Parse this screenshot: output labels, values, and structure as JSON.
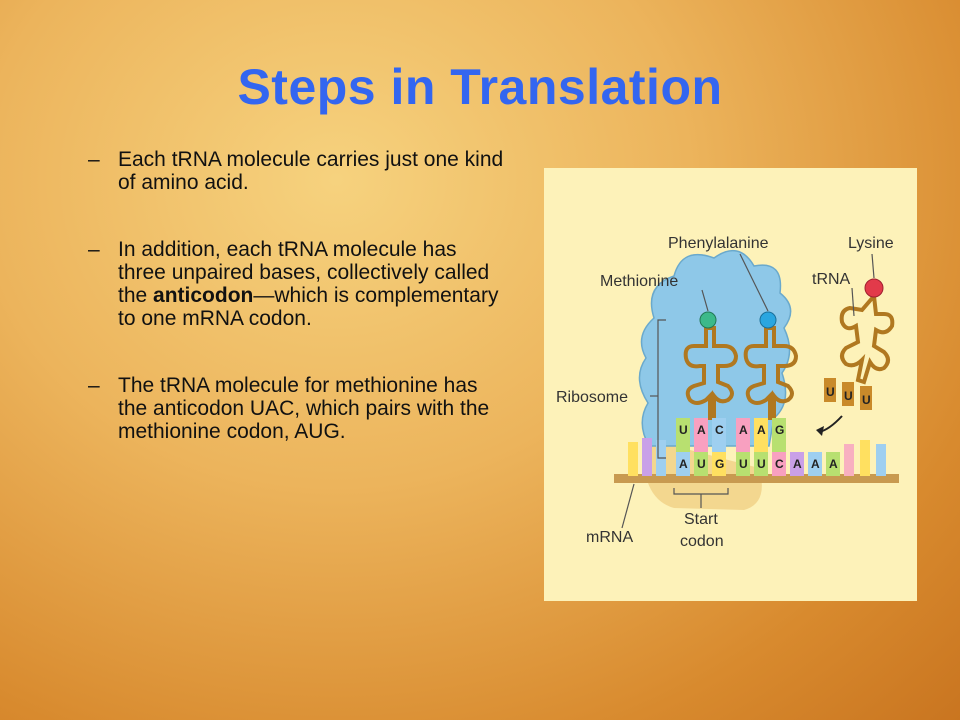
{
  "slide": {
    "title": "Steps in Translation",
    "bullets": [
      {
        "dash": "–",
        "text": "Each tRNA molecule carries just one kind of amino acid."
      },
      {
        "dash": "–",
        "pre": "In addition, each tRNA molecule has three unpaired bases, collectively called the ",
        "bold": "anticodon",
        "post": "—which is complementary to one mRNA codon."
      },
      {
        "dash": "–",
        "text": "The tRNA molecule for methionine has the anticodon UAC, which pairs with the methionine codon, AUG."
      }
    ]
  },
  "figure": {
    "labels": {
      "phenylalanine": "Phenylalanine",
      "lysine": "Lysine",
      "methionine": "Methionine",
      "trna": "tRNA",
      "ribosome": "Ribosome",
      "mrna": "mRNA",
      "start": "Start",
      "codon": "codon"
    },
    "anticodon_bases": [
      "U",
      "A",
      "C",
      "A",
      "A",
      "G"
    ],
    "free_trna_bases": [
      "U",
      "U",
      "U"
    ],
    "mrna_bases": [
      "A",
      "U",
      "G",
      "U",
      "U",
      "C",
      "A",
      "A",
      "A"
    ],
    "colors": {
      "title": "#3366f0",
      "ribosome": "#8ec8e8",
      "trna": "#c98a2a",
      "methionine_ball": "#3cb98a",
      "phenylalanine_ball": "#2aa6e0",
      "lysine_ball": "#e23a4a"
    }
  }
}
